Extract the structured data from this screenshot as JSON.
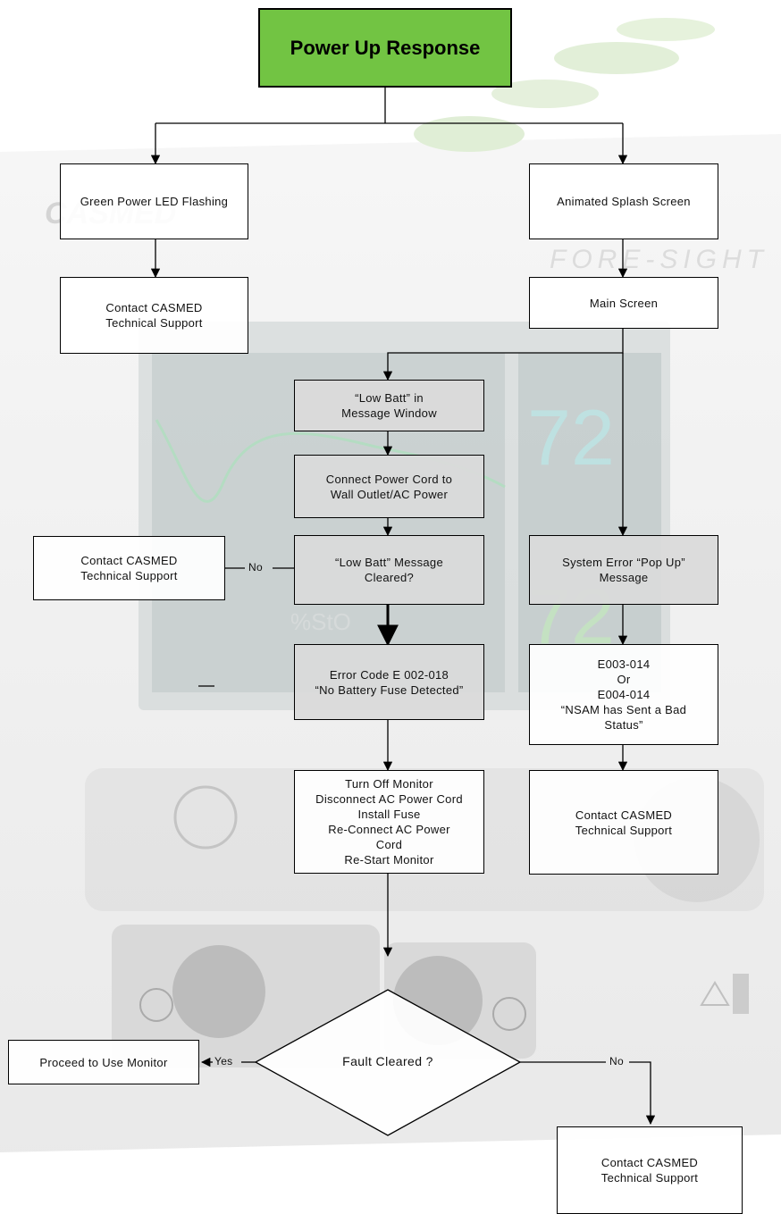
{
  "title": "Power Up Response",
  "nodes": {
    "green_led": "Green Power LED Flashing",
    "contact_left_top": "Contact CASMED\nTechnical Support",
    "splash": "Animated Splash Screen",
    "main_screen": "Main Screen",
    "low_batt": "“Low Batt” in\nMessage Window",
    "connect_power": "Connect Power Cord to\nWall Outlet/AC Power",
    "low_batt_cleared": "“Low Batt” Message\nCleared?",
    "contact_left_mid": "Contact CASMED\nTechnical Support",
    "system_error": "System Error “Pop Up”\nMessage",
    "error_code": "Error Code E 002-018\n“No Battery Fuse Detected”",
    "e003": "E003-014\nOr\nE004-014\n“NSAM has Sent a Bad\nStatus”",
    "turn_off": "Turn Off Monitor\nDisconnect AC Power Cord\nInstall Fuse\nRe-Connect AC Power\nCord\nRe-Start Monitor",
    "contact_right_mid": "Contact CASMED\nTechnical Support",
    "fault_cleared": "Fault Cleared ?",
    "proceed": "Proceed to Use Monitor",
    "contact_bottom": "Contact CASMED\nTechnical Support"
  },
  "labels": {
    "no_left": "No",
    "yes": "Yes",
    "no_right": "No"
  },
  "colors": {
    "title_fill": "#72c443",
    "gray_box": "#dadada"
  }
}
